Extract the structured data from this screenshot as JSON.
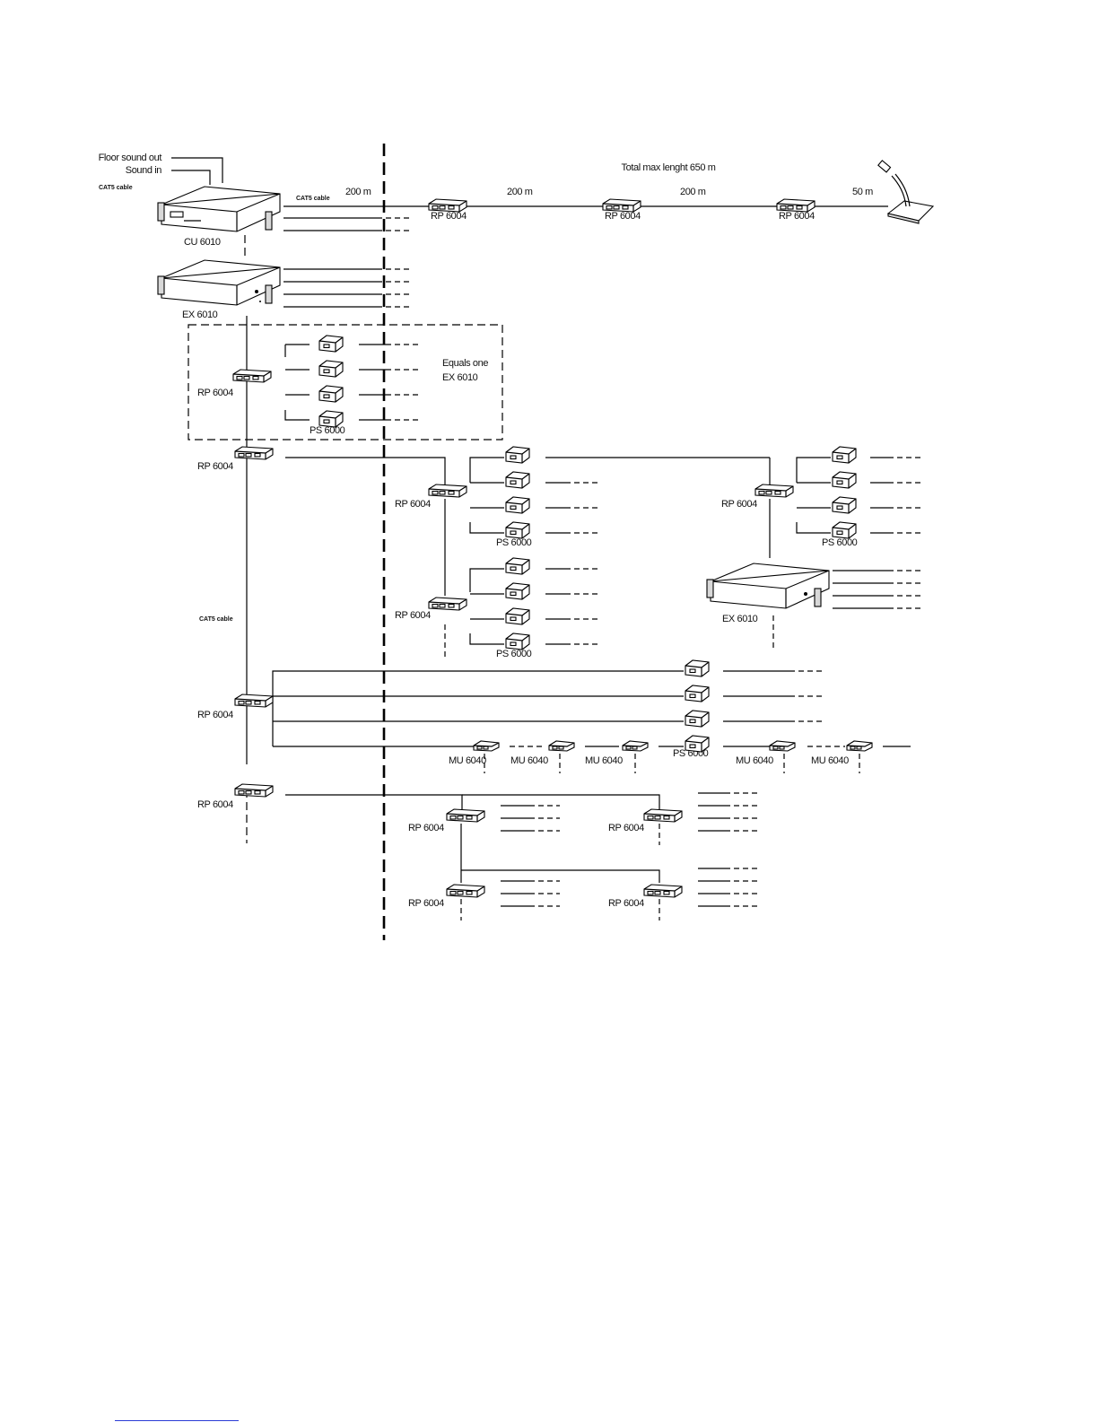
{
  "labels": {
    "floor_sound_out": "Floor sound out",
    "sound_in": "Sound in",
    "cat5_cable": "CAT5 cable",
    "total_max_length": "Total max lenght 650 m",
    "dist_200": "200 m",
    "dist_50": "50 m",
    "cu_6010": "CU 6010",
    "ex_6010": "EX 6010",
    "rp_6004": "RP 6004",
    "ps_6000": "PS 6000",
    "mu_6040": "MU 6040",
    "equals_one_line1": "Equals one",
    "equals_one_line2": "EX 6010"
  }
}
